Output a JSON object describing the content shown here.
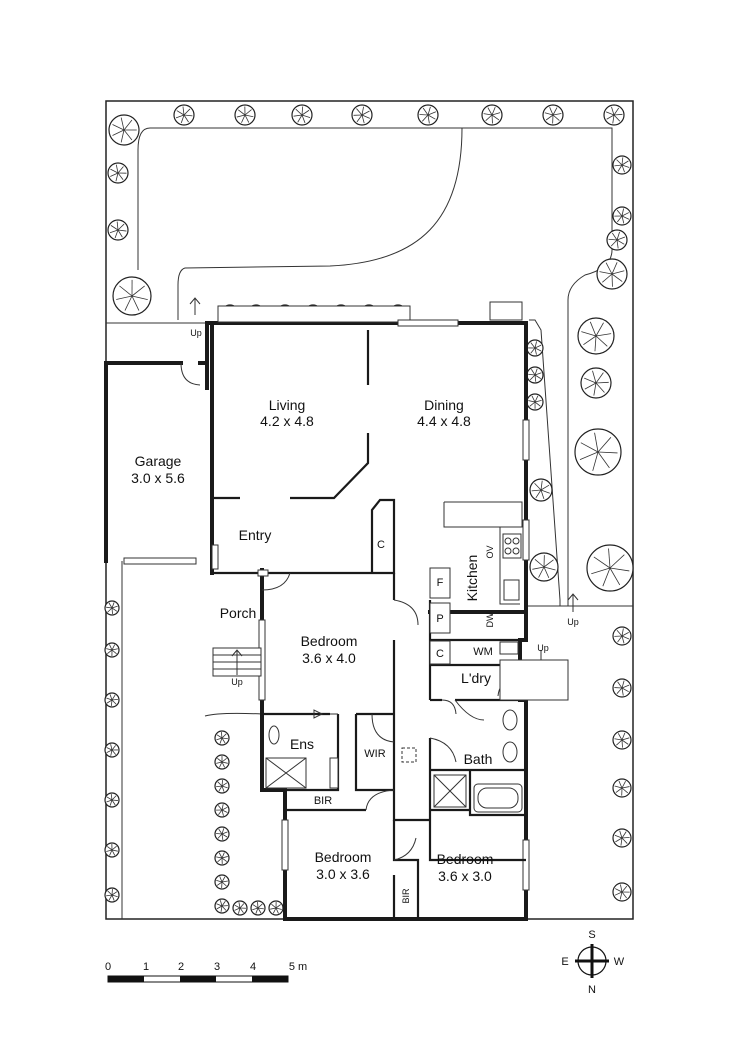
{
  "rooms": {
    "living": {
      "name": "Living",
      "dims": "4.2 x 4.8"
    },
    "dining": {
      "name": "Dining",
      "dims": "4.4 x 4.8"
    },
    "garage": {
      "name": "Garage",
      "dims": "3.0 x 5.6"
    },
    "entry": {
      "name": "Entry"
    },
    "kitchen": {
      "name": "Kitchen"
    },
    "porch": {
      "name": "Porch"
    },
    "bed1": {
      "name": "Bedroom",
      "dims": "3.6 x 4.0"
    },
    "bed2": {
      "name": "Bedroom",
      "dims": "3.0 x 3.6"
    },
    "bed3": {
      "name": "Bedroom",
      "dims": "3.6 x 3.0"
    },
    "laundry": {
      "name": "L'dry"
    },
    "bath": {
      "name": "Bath"
    },
    "ensuite": {
      "name": "Ens"
    }
  },
  "fixtures": {
    "c1": "C",
    "c2": "C",
    "f": "F",
    "p": "P",
    "wm": "WM",
    "dw": "DW",
    "ov": "OV",
    "wir": "WIR",
    "bir1": "BIR",
    "bir2": "BIR"
  },
  "steps": {
    "up1": "Up",
    "up2": "Up",
    "up3": "Up",
    "up4": "Up"
  },
  "scale": {
    "ticks": [
      "0",
      "1",
      "2",
      "3",
      "4",
      "5 m"
    ]
  },
  "compass": {
    "n": "N",
    "s": "S",
    "e": "E",
    "w": "W"
  }
}
